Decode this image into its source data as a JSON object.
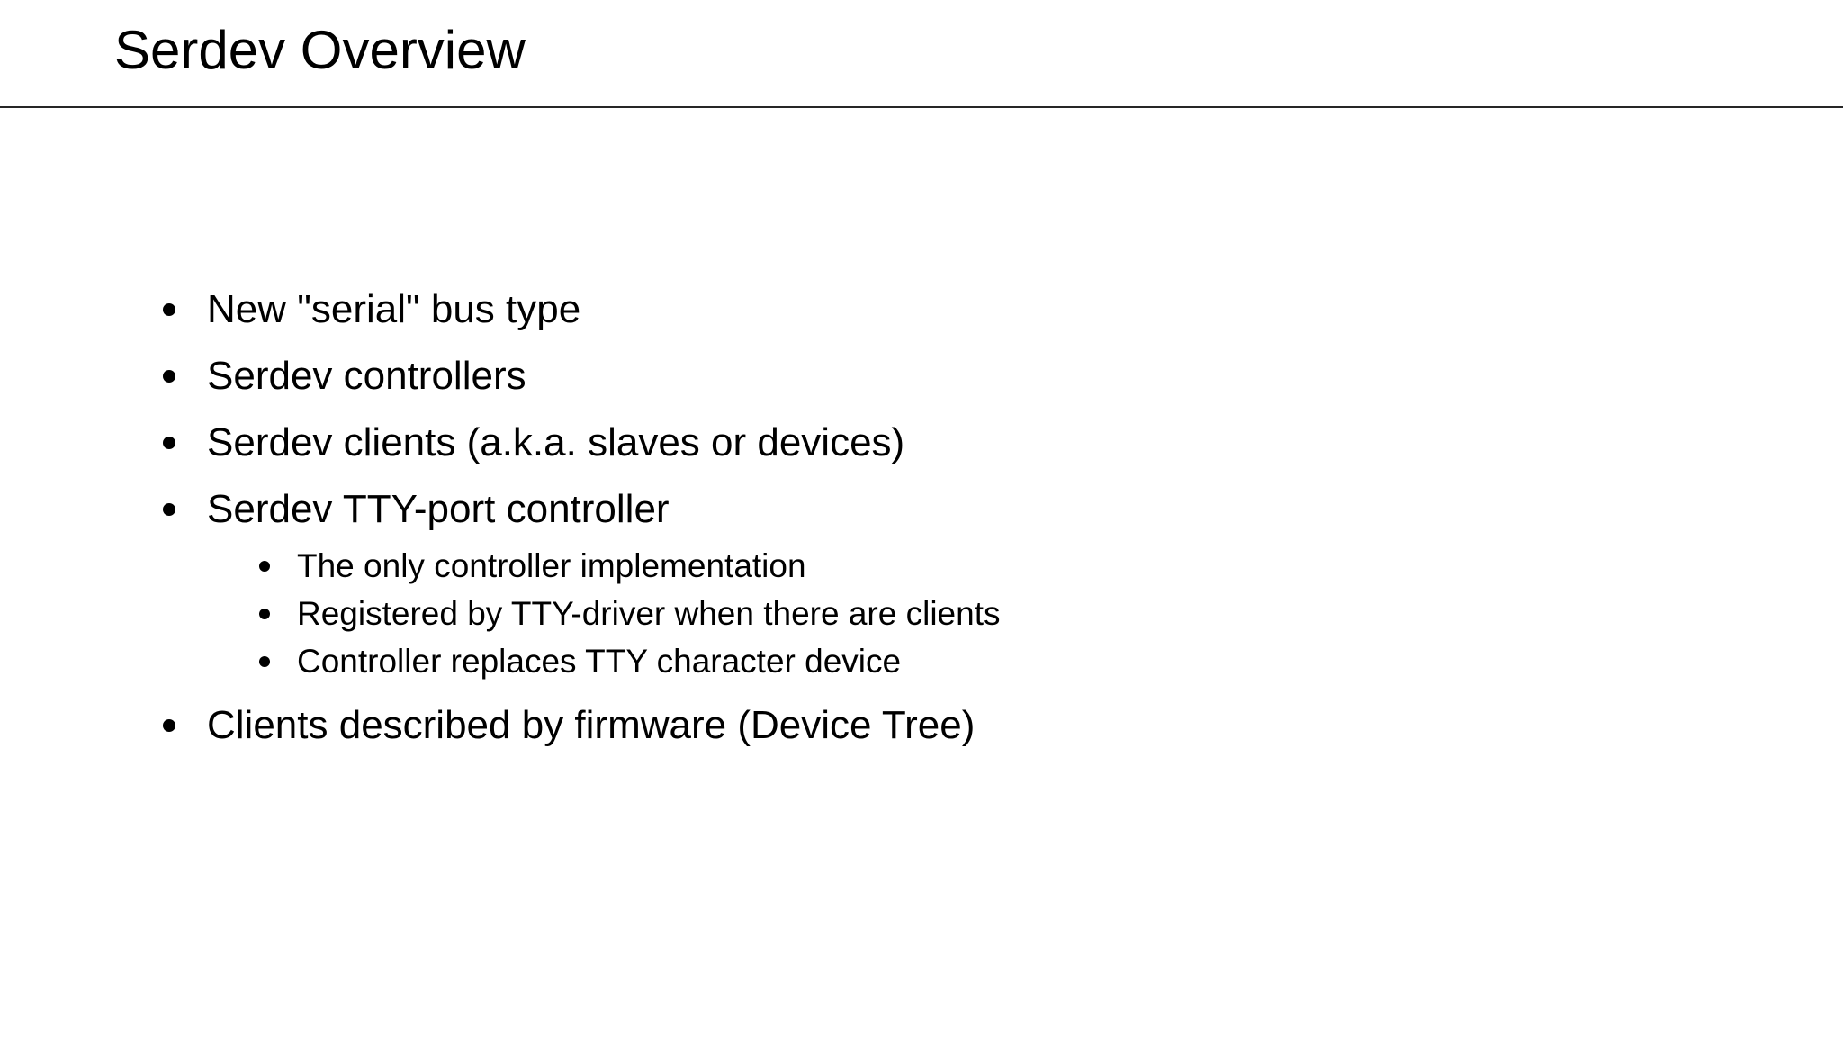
{
  "slide": {
    "title": "Serdev Overview",
    "background_color": "#ffffff",
    "text_color": "#000000",
    "rule_color": "#262626"
  },
  "bullets": [
    {
      "level": 1,
      "text": "New \"serial\" bus type"
    },
    {
      "level": 1,
      "text": "Serdev controllers"
    },
    {
      "level": 1,
      "text": "Serdev clients (a.k.a. slaves or devices)"
    },
    {
      "level": 1,
      "text": "Serdev TTY-port controller"
    },
    {
      "level": 2,
      "text": "The only controller implementation"
    },
    {
      "level": 2,
      "text": "Registered by TTY-driver when there are clients"
    },
    {
      "level": 2,
      "text": "Controller replaces TTY character device"
    },
    {
      "level": 1,
      "text": "Clients described by firmware (Device Tree)"
    }
  ]
}
